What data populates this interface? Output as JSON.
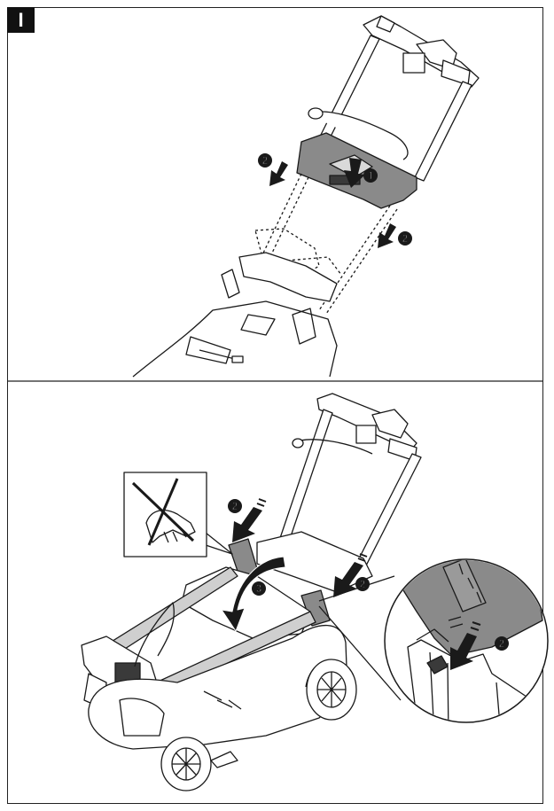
{
  "figure": {
    "section_label": "I",
    "steps": {
      "one": "1",
      "two": "2",
      "three": "3"
    },
    "colors": {
      "ink": "#1a1a1a",
      "fill_grey": "#8a8a8a",
      "light_grey": "#cfcfcf",
      "paper": "#ffffff"
    }
  }
}
